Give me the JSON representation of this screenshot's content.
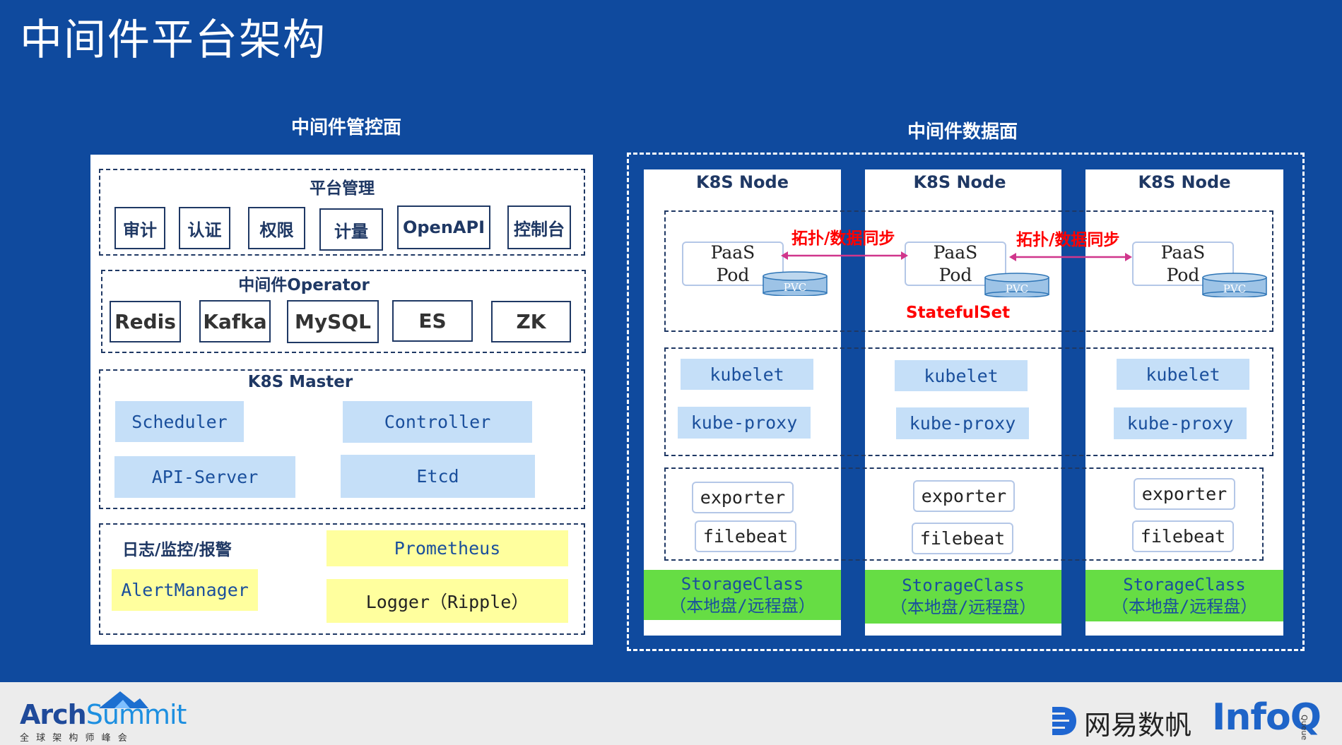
{
  "title": "中间件平台架构",
  "control_plane": {
    "title": "中间件管控面",
    "platform": {
      "title": "平台管理",
      "items": [
        "审计",
        "认证",
        "权限",
        "计量",
        "OpenAPI",
        "控制台"
      ]
    },
    "operator": {
      "title": "中间件Operator",
      "items": [
        "Redis",
        "Kafka",
        "MySQL",
        "ES",
        "ZK"
      ]
    },
    "k8s_master": {
      "title": "K8S Master",
      "items": [
        "Scheduler",
        "Controller",
        "API-Server",
        "Etcd"
      ]
    },
    "logging": {
      "title": "日志/监控/报警",
      "items": [
        "Prometheus",
        "AlertManager",
        "Logger（Ripple）"
      ]
    }
  },
  "data_plane": {
    "title": "中间件数据面",
    "node_title": "K8S Node",
    "pod_line1": "PaaS",
    "pod_line2": "Pod",
    "pvc": "PVC",
    "sync_label": "拓扑/数据同步",
    "statefulset": "StatefulSet",
    "kubelet": "kubelet",
    "kube_proxy": "kube-proxy",
    "exporter": "exporter",
    "filebeat": "filebeat",
    "storage_line1": "StorageClass",
    "storage_line2": "（本地盘/远程盘）"
  },
  "footer": {
    "arch_brand_a": "Arch",
    "arch_brand_b": "Summit",
    "arch_sub": "全 球 架 构 师 峰 会",
    "netease": "网易数帆",
    "infoq": "InfoQ",
    "infoq_tag": "Queue"
  },
  "colors": {
    "background": "#0f4a9e",
    "navy": "#1f3864",
    "light_blue": "#c5dff8",
    "yellow": "#ffff9e",
    "green": "#66dd44",
    "red": "#ff0000",
    "magenta": "#d0368c"
  }
}
